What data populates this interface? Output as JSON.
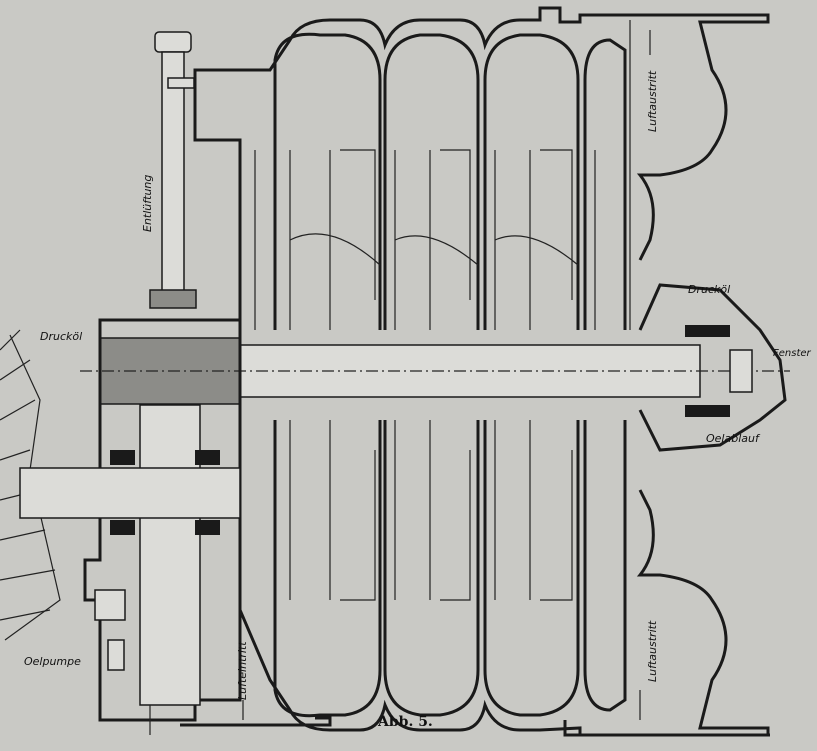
{
  "figure": {
    "caption": "Abb. 5.",
    "labels": {
      "vent": "Entlüftung",
      "pressure_oil_left": "Drucköl",
      "pressure_oil_right": "Drucköl",
      "window": "Fenster",
      "oil_drain": "Oelablauf",
      "air_outlet_top": "Luftaustritt",
      "air_outlet_bottom": "Luftaustritt",
      "air_inlet": "Lufteintritt",
      "oil_pump": "Oelpumpe"
    }
  }
}
